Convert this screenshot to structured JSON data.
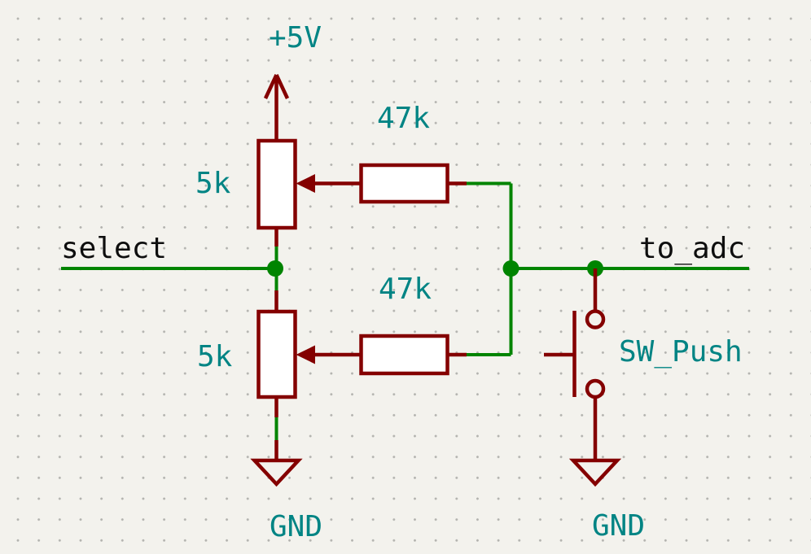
{
  "canvas": {
    "background_color": "#F3F2ED",
    "grid_dot_color": "#B3B3AF"
  },
  "colors": {
    "wire": "#008400",
    "junction": "#008400",
    "symbol_outline": "#840000",
    "symbol_fill": "#FFFFFF",
    "value_text": "#008484",
    "net_label_text": "#0E0E0E"
  },
  "power_symbols": {
    "vcc": {
      "label": "+5V"
    },
    "gnd_left": {
      "label": "GND"
    },
    "gnd_right": {
      "label": "GND"
    }
  },
  "net_labels": {
    "select": "select",
    "to_adc": "to_adc"
  },
  "components": {
    "pot_top": {
      "type": "potentiometer",
      "value": "5k"
    },
    "pot_bottom": {
      "type": "potentiometer",
      "value": "5k"
    },
    "res_top": {
      "type": "resistor",
      "value": "47k"
    },
    "res_bottom": {
      "type": "resistor",
      "value": "47k"
    },
    "switch": {
      "type": "push-button-switch",
      "value": "SW_Push"
    }
  }
}
